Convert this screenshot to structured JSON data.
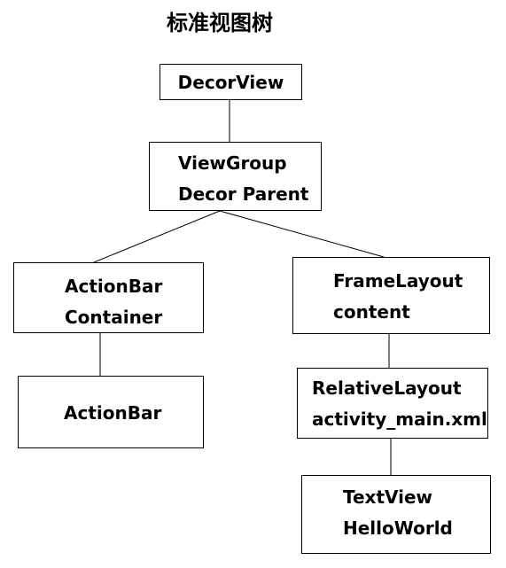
{
  "title": "标准视图树",
  "nodes": {
    "decorview": [
      "DecorView"
    ],
    "viewgroup": [
      "ViewGroup",
      "Decor Parent"
    ],
    "actionbar_container": [
      "ActionBar",
      "Container"
    ],
    "framelayout": [
      "FrameLayout",
      "content"
    ],
    "actionbar": [
      "ActionBar"
    ],
    "relativelayout": [
      "RelativeLayout",
      "activity_main.xml"
    ],
    "textview": [
      "TextView",
      "HelloWorld"
    ]
  },
  "edges": [
    [
      "decorview",
      "viewgroup"
    ],
    [
      "viewgroup",
      "actionbar_container"
    ],
    [
      "viewgroup",
      "framelayout"
    ],
    [
      "actionbar_container",
      "actionbar"
    ],
    [
      "framelayout",
      "relativelayout"
    ],
    [
      "relativelayout",
      "textview"
    ]
  ],
  "colors": {
    "line": "#000000",
    "text": "#000000",
    "background": "#ffffff"
  }
}
